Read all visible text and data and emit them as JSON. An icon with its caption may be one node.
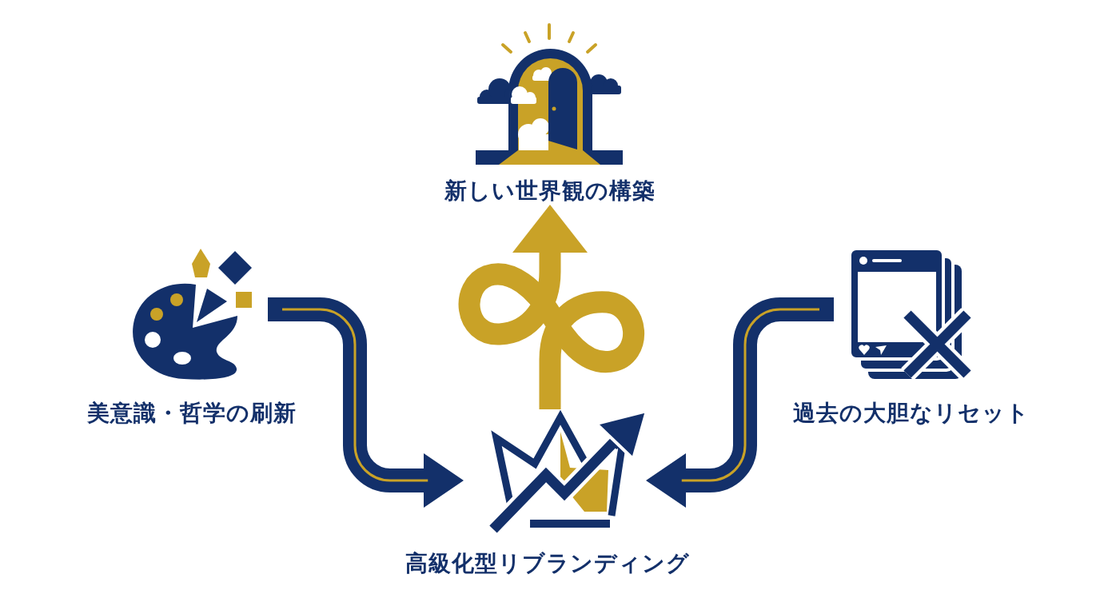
{
  "diagram": {
    "nodes": [
      {
        "text": [
          "新しい世界観の構築"
        ]
      },
      {
        "text": [
          "美意識・哲学の刷新"
        ]
      },
      {
        "text": [
          "高級化型リブランディング"
        ]
      },
      {
        "text": [
          "過去の大胆なリセット"
        ]
      }
    ],
    "edges": [
      {
        "from": 1,
        "to": 2,
        "arrow": "to"
      },
      {
        "from": 3,
        "to": 2,
        "arrow": "to"
      },
      {
        "from": 2,
        "to": 0,
        "arrow": "to",
        "color": "#c9a227"
      }
    ]
  }
}
